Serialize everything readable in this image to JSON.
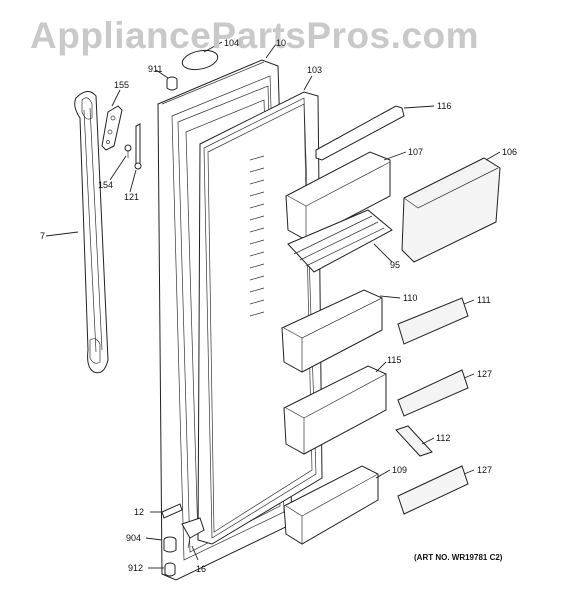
{
  "watermark": "AppliancePartsPros.com",
  "art_number": "(ART NO. WR19781 C2)",
  "callouts": [
    {
      "id": "c-104",
      "text": "104"
    },
    {
      "id": "c-10",
      "text": "10"
    },
    {
      "id": "c-911",
      "text": "911"
    },
    {
      "id": "c-103",
      "text": "103"
    },
    {
      "id": "c-155",
      "text": "155"
    },
    {
      "id": "c-116",
      "text": "116"
    },
    {
      "id": "c-107",
      "text": "107"
    },
    {
      "id": "c-106",
      "text": "106"
    },
    {
      "id": "c-154",
      "text": "154"
    },
    {
      "id": "c-121",
      "text": "121"
    },
    {
      "id": "c-7",
      "text": "7"
    },
    {
      "id": "c-95",
      "text": "95"
    },
    {
      "id": "c-110",
      "text": "110"
    },
    {
      "id": "c-111",
      "text": "111"
    },
    {
      "id": "c-115",
      "text": "115"
    },
    {
      "id": "c-127a",
      "text": "127"
    },
    {
      "id": "c-112",
      "text": "112"
    },
    {
      "id": "c-109",
      "text": "109"
    },
    {
      "id": "c-127b",
      "text": "127"
    },
    {
      "id": "c-12",
      "text": "12"
    },
    {
      "id": "c-904",
      "text": "904"
    },
    {
      "id": "c-16",
      "text": "16"
    },
    {
      "id": "c-912",
      "text": "912"
    }
  ]
}
